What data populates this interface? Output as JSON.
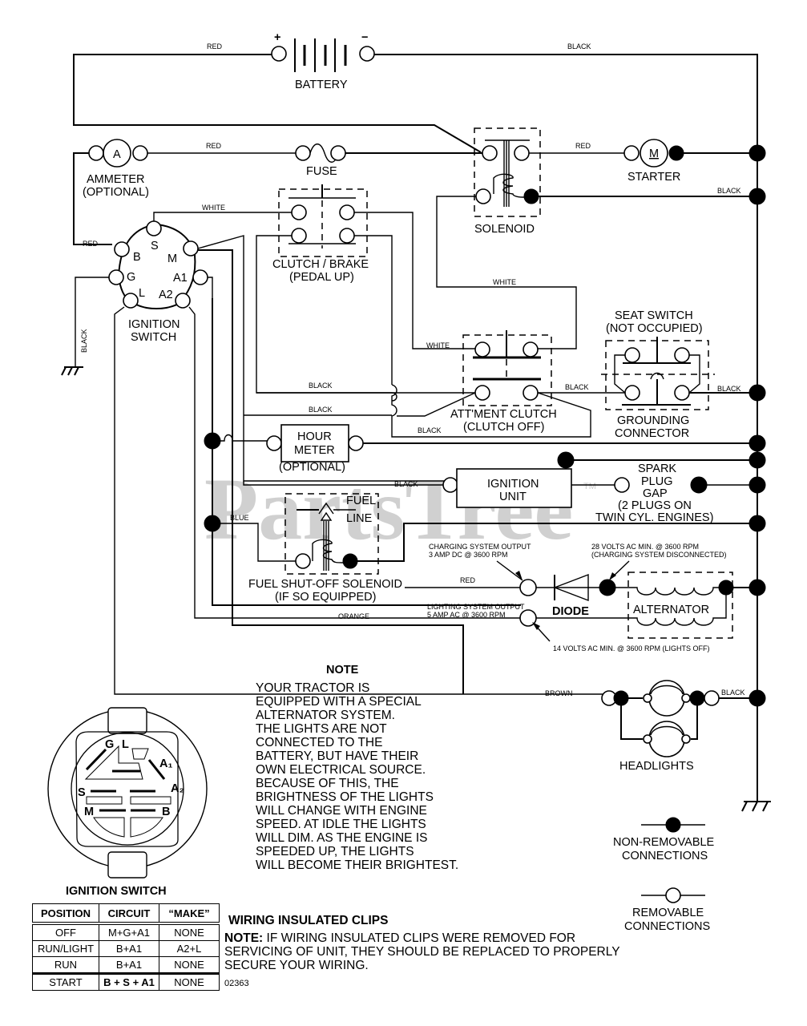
{
  "watermark": {
    "brand": "PartsTree",
    "trademark": "TM"
  },
  "components": {
    "battery": {
      "label": "BATTERY",
      "plus": "+",
      "minus": "−"
    },
    "ammeter": {
      "symbol": "A",
      "label_1": "AMMETER",
      "label_2": "(OPTIONAL)"
    },
    "fuse": {
      "label": "FUSE"
    },
    "solenoid": {
      "label": "SOLENOID"
    },
    "starter": {
      "symbol": "M",
      "label": "STARTER"
    },
    "clutch_brake": {
      "label_1": "CLUTCH / BRAKE",
      "label_2": "(PEDAL UP)"
    },
    "ignition_switch": {
      "label_1": "IGNITION",
      "label_2": "SWITCH",
      "terminals": {
        "S": "S",
        "B": "B",
        "M": "M",
        "G": "G",
        "L": "L",
        "A1": "A1",
        "A2": "A2"
      }
    },
    "seat_switch": {
      "label_1": "SEAT SWITCH",
      "label_2": "(NOT OCCUPIED)"
    },
    "grounding_connector": {
      "label_1": "GROUNDING",
      "label_2": "CONNECTOR"
    },
    "attachment_clutch": {
      "label_1": "ATT'MENT CLUTCH",
      "label_2": "(CLUTCH OFF)"
    },
    "hour_meter": {
      "label_1": "HOUR",
      "label_2": "METER",
      "label_3": "(OPTIONAL)"
    },
    "ignition_unit": {
      "label_1": "IGNITION",
      "label_2": "UNIT"
    },
    "spark_plug": {
      "label_1": "SPARK",
      "label_2": "PLUG",
      "label_3": "GAP",
      "label_4": "(2 PLUGS ON",
      "label_5": "TWIN CYL. ENGINES)"
    },
    "fuel_solenoid": {
      "fuel_1": "FUEL",
      "fuel_2": "LINE",
      "label_1": "FUEL SHUT-OFF SOLENOID",
      "label_2": "(IF SO EQUIPPED)"
    },
    "charging_output": {
      "line_1": "CHARGING SYSTEM OUTPUT",
      "line_2": "3 AMP DC @ 3600 RPM"
    },
    "alt_disconnected": {
      "line_1": "28 VOLTS AC MIN. @ 3600 RPM",
      "line_2": "(CHARGING SYSTEM DISCONNECTED)"
    },
    "lighting_output": {
      "line_1": "LIGHTING SYSTEM OUTPUT",
      "line_2": "5 AMP AC @ 3600 RPM"
    },
    "lights_off_voltage": "14 VOLTS AC MIN. @ 3600 RPM (LIGHTS OFF)",
    "diode": {
      "label": "DIODE"
    },
    "alternator": {
      "label": "ALTERNATOR"
    },
    "headlights": {
      "label": "HEADLIGHTS"
    }
  },
  "wire_colors": {
    "battery_pos": "RED",
    "battery_neg": "BLACK",
    "ammeter_fuse": "RED",
    "solenoid_starter": "RED",
    "solenoid_ground": "BLACK",
    "ign_s_clutch": "WHITE",
    "ign_b": "RED",
    "ign_g": "BLACK",
    "solenoid_attclutch": "WHITE",
    "clutch_attclutch": "WHITE",
    "clutch_black_1": "BLACK",
    "clutch_black_2": "BLACK",
    "attclutch_black_3": "BLACK",
    "attclutch_seat": "BLACK",
    "seat_ground": "BLACK",
    "ign_unit": "BLACK",
    "fuel_blue": "BLUE",
    "charging_red": "RED",
    "lighting_orange": "ORANGE",
    "headlight_brown": "BROWN",
    "headlight_black": "BLACK"
  },
  "note": {
    "title": "NOTE",
    "lines": [
      "YOUR TRACTOR IS",
      "EQUIPPED WITH A SPECIAL",
      "ALTERNATOR SYSTEM.",
      "THE LIGHTS ARE NOT",
      "CONNECTED TO THE",
      "BATTERY, BUT HAVE THEIR",
      "OWN ELECTRICAL SOURCE.",
      "BECAUSE OF THIS, THE",
      "BRIGHTNESS OF THE LIGHTS",
      "WILL CHANGE WITH ENGINE",
      "SPEED.  AT IDLE THE LIGHTS",
      "WILL DIM.  AS THE ENGINE IS",
      "SPEEDED UP, THE LIGHTS",
      "WILL BECOME THEIR BRIGHTEST."
    ]
  },
  "legend": {
    "non_removable_1": "NON-REMOVABLE",
    "non_removable_2": "CONNECTIONS",
    "removable_1": "REMOVABLE",
    "removable_2": "CONNECTIONS"
  },
  "ignition_detail": {
    "title": "IGNITION SWITCH",
    "pins": {
      "G": "G",
      "L": "L",
      "A1": "A₁",
      "A2": "A₂",
      "S": "S",
      "M": "M",
      "B": "B"
    }
  },
  "ignition_table": {
    "headers": [
      "POSITION",
      "CIRCUIT",
      "“MAKE”"
    ],
    "rows": [
      [
        "OFF",
        "M+G+A1",
        "NONE"
      ],
      [
        "RUN/LIGHT",
        "B+A1",
        "A2+L"
      ],
      [
        "RUN",
        "B+A1",
        "NONE"
      ],
      [
        "START",
        "B + S + A1",
        "NONE"
      ]
    ]
  },
  "clips": {
    "title": "WIRING INSULATED CLIPS",
    "note_prefix": "NOTE:",
    "note_text": " IF WIRING INSULATED CLIPS WERE REMOVED FOR SERVICING OF UNIT, THEY SHOULD BE REPLACED TO PROPERLY SECURE YOUR WIRING."
  },
  "diagram_code": "02363"
}
